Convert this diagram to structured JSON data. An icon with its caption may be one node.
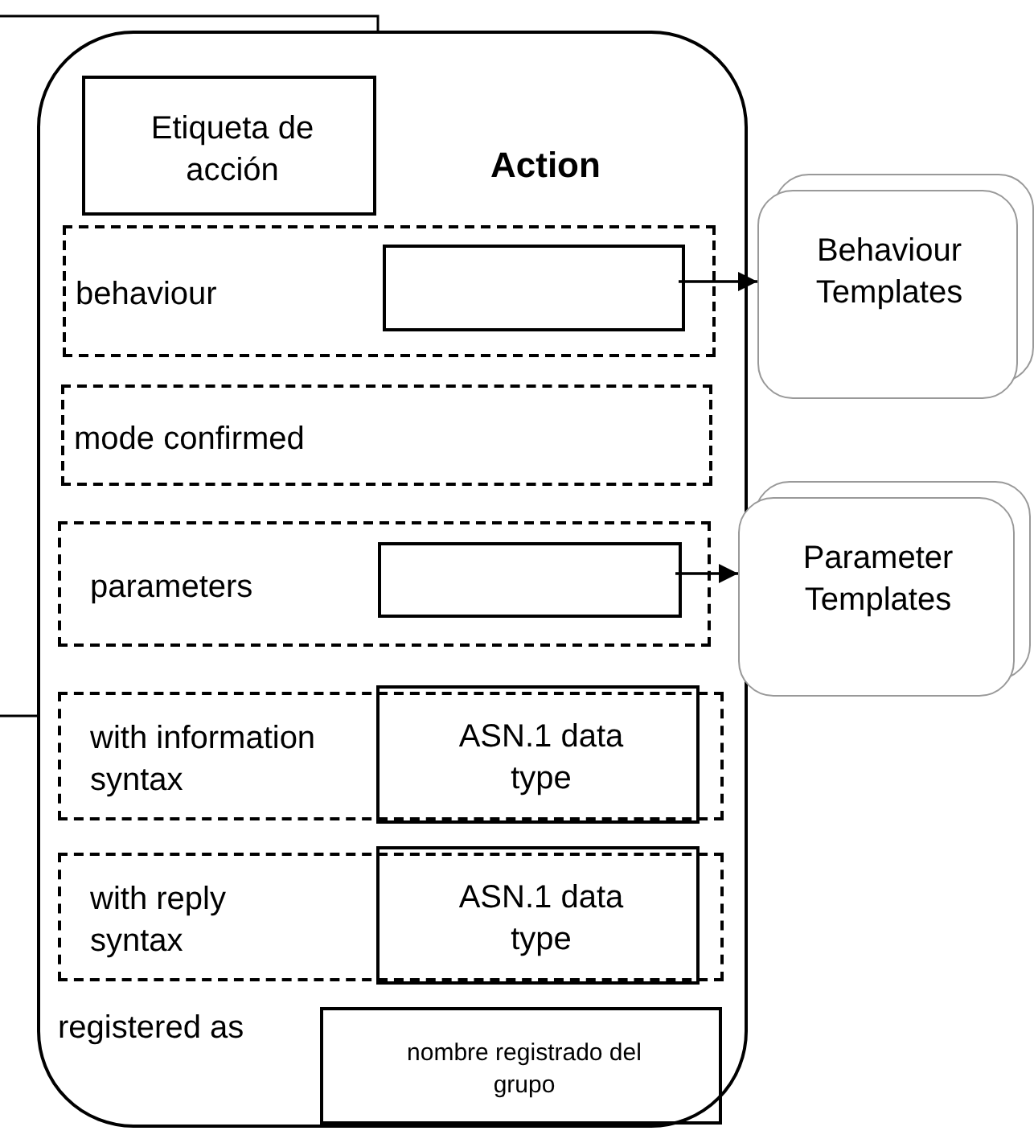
{
  "diagram": {
    "nodes": [
      {
        "text": [
          "Action"
        ]
      },
      {
        "text": [
          "Etiqueta de acción"
        ],
        "in": 0
      },
      {
        "text": [
          "behaviour"
        ],
        "in": 0
      },
      {
        "text": [],
        "shape": "box",
        "in": 2
      },
      {
        "text": [
          "mode confirmed"
        ],
        "in": 0
      },
      {
        "text": [
          "parameters"
        ],
        "in": 0
      },
      {
        "text": [],
        "shape": "box",
        "in": 5
      },
      {
        "text": [
          "with information syntax"
        ],
        "in": 0
      },
      {
        "text": [
          "ASN.1 data type"
        ],
        "in": 7
      },
      {
        "text": [
          "with reply syntax"
        ],
        "in": 0
      },
      {
        "text": [
          "ASN.1 data type"
        ],
        "in": 9
      },
      {
        "text": [
          "nombre registrado del grupo"
        ],
        "in": 0
      },
      {
        "text": [
          "Behaviour Templates"
        ]
      },
      {
        "text": [
          "Parameter Templates"
        ]
      }
    ],
    "edges": [
      {
        "from": 3,
        "to": 12,
        "arrow": "to"
      },
      {
        "from": 6,
        "to": 13,
        "arrow": "to"
      }
    ],
    "labels": [
      "registered as"
    ]
  }
}
